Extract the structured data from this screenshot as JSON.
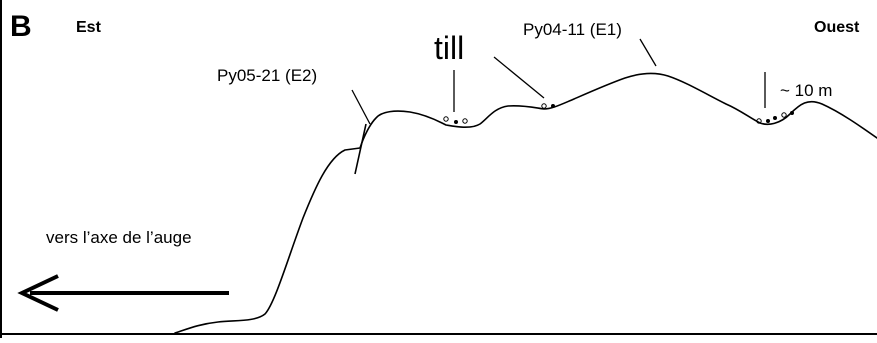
{
  "panel_letter": "B",
  "direction_left": "Est",
  "direction_right": "Ouest",
  "labels": {
    "sample_e2": "Py05-21 (E2)",
    "till": "till",
    "sample_e1": "Py04-11 (E1)",
    "scale": "~ 10 m",
    "arrow_caption": "vers l’axe de l’auge"
  },
  "colors": {
    "line": "#000000",
    "background": "#ffffff"
  }
}
